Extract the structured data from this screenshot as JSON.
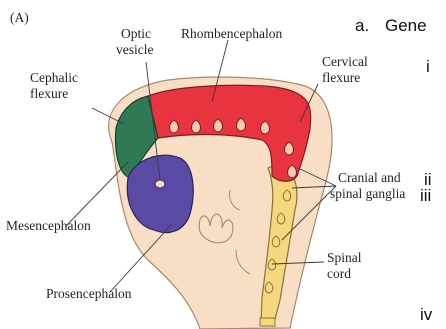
{
  "figure": {
    "panel_letter": "(A)",
    "labels": {
      "optic_vesicle": [
        "Optic",
        "vesicle"
      ],
      "rhombencephalon": "Rhombencephalon",
      "cephalic_flexure": [
        "Cephalic",
        "flexure"
      ],
      "cervical_flexure": [
        "Cervical",
        "flexure"
      ],
      "cranial_spinal_ganglia": [
        "Cranial and",
        "spinal ganglia"
      ],
      "mesencephalon": "Mesencephalon",
      "spinal_cord": [
        "Spinal",
        "cord"
      ],
      "prosencephalon": "Prosencephalon"
    }
  },
  "side_text": {
    "a": "a.",
    "gene": "Gene",
    "i": "i",
    "ii": "ii",
    "iii": "iii",
    "iv": "iv"
  },
  "colors": {
    "embryo_fill": "#f8dec4",
    "embryo_outline": "#a7896f",
    "rhombencephalon": "#e8343e",
    "mesencephalon": "#2f7a55",
    "prosencephalon": "#5b4aa3",
    "spinal_cord": "#f4d77e",
    "ganglia": "#f6c9b2"
  }
}
